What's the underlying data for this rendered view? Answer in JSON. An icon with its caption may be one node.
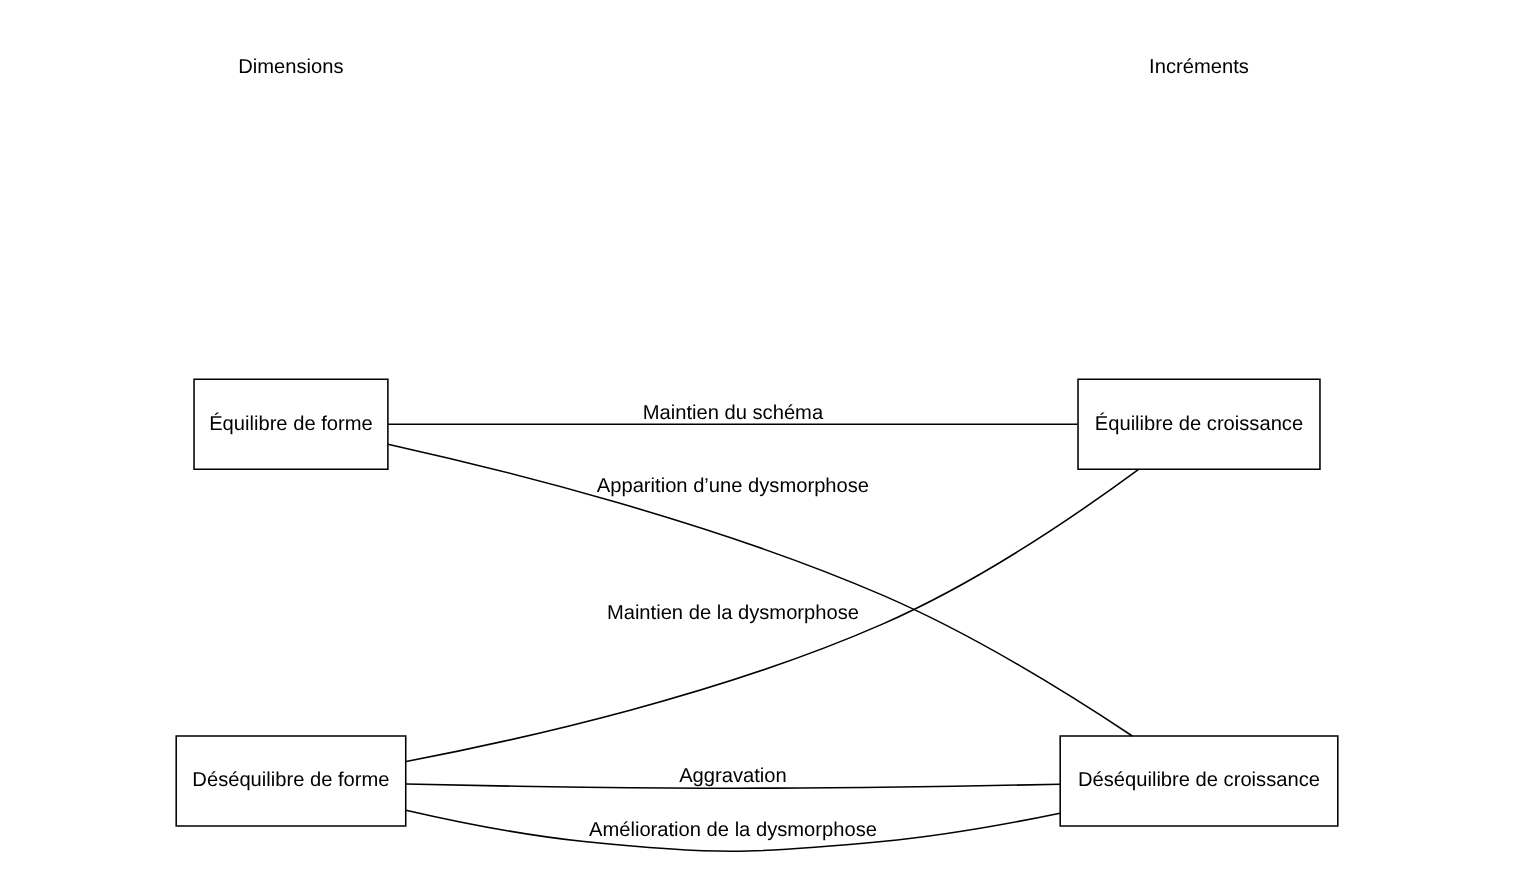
{
  "diagram": {
    "nodes": [
      {
        "text": [
          "Équilibre de forme"
        ]
      },
      {
        "text": [
          "Équilibre de croissance"
        ]
      },
      {
        "text": [
          "Déséquilibre de forme"
        ]
      },
      {
        "text": [
          "Déséquilibre de croissance"
        ]
      }
    ],
    "edges": [
      {
        "from": 0,
        "to": 1,
        "arrow": "none",
        "label": "Maintien du schéma"
      },
      {
        "from": 0,
        "to": 3,
        "arrow": "none",
        "label": "Apparition d’une dysmorphose"
      },
      {
        "from": 2,
        "to": 1,
        "arrow": "none",
        "label": "Maintien de la dysmorphose"
      },
      {
        "from": 2,
        "to": 3,
        "arrow": "none",
        "label": "Aggravation"
      },
      {
        "from": 2,
        "to": 3,
        "arrow": "none",
        "label": "Amélioration de la dysmorphose"
      }
    ],
    "labels": [
      "Dimensions",
      "Incréments"
    ]
  }
}
